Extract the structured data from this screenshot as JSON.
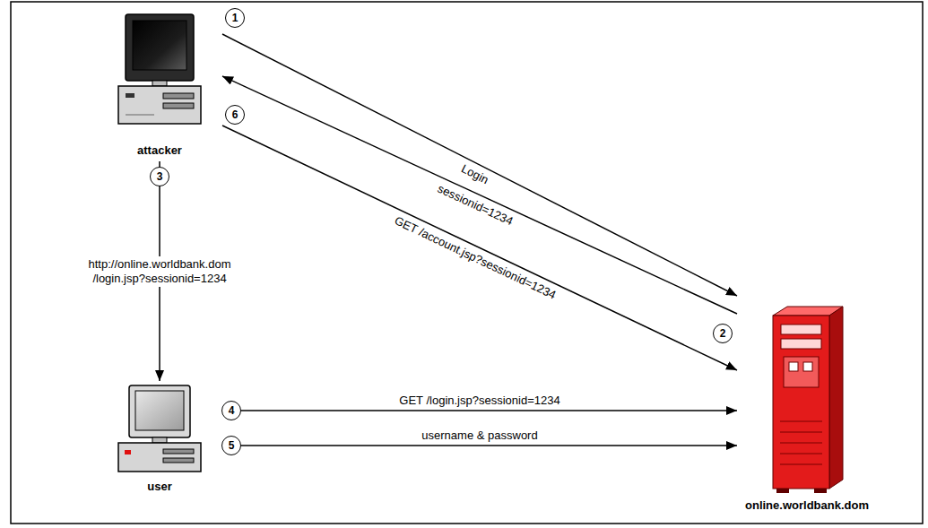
{
  "diagram": {
    "nodes": [
      {
        "text": [
          "attacker"
        ]
      },
      {
        "text": [
          "user"
        ]
      },
      {
        "text": [
          "online.worldbank.dom"
        ]
      }
    ],
    "edges": [
      {
        "from": 0,
        "to": 2,
        "label": "Login",
        "arrow": "to"
      },
      {
        "from": 2,
        "to": 0,
        "label": "sessionid=1234",
        "arrow": "to"
      },
      {
        "from": 0,
        "to": 1,
        "label": "http://online.worldbank.dom /login.jsp?sessionid=1234",
        "arrow": "to"
      },
      {
        "from": 1,
        "to": 2,
        "label": "GET /login.jsp?sessionid=1234",
        "arrow": "to"
      },
      {
        "from": 1,
        "to": 2,
        "label": "username & password",
        "arrow": "to"
      },
      {
        "from": 0,
        "to": 2,
        "label": "GET /account.jsp?sessionid=1234",
        "arrow": "to"
      }
    ],
    "labels": [
      "1",
      "2",
      "3",
      "4",
      "5",
      "6"
    ]
  }
}
